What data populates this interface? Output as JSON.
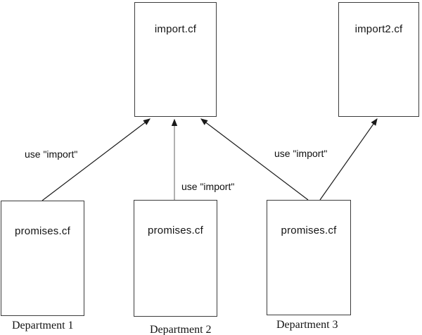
{
  "diagram": {
    "title_hint": "policy file import relationships",
    "colors": {
      "background": "#ffffff",
      "box_border": "#3c3c3c",
      "arrow": "#1a1a1a",
      "arrow_light": "#7d7d7d",
      "text": "#141414"
    },
    "nodes": [
      {
        "id": "import",
        "label": "import.cf"
      },
      {
        "id": "import2",
        "label": "import2.cf"
      },
      {
        "id": "promises1",
        "label": "promises.cf"
      },
      {
        "id": "promises2",
        "label": "promises.cf"
      },
      {
        "id": "promises3",
        "label": "promises.cf"
      }
    ],
    "edges": [
      {
        "from": "promises1",
        "to": "import",
        "label": "use \"import\""
      },
      {
        "from": "promises2",
        "to": "import",
        "label": "use \"import\""
      },
      {
        "from": "promises3",
        "to": "import",
        "label": ""
      },
      {
        "from": "promises3",
        "to": "import2",
        "label": "use \"import\""
      }
    ],
    "captions": [
      {
        "id": "dept1",
        "label": "Department 1"
      },
      {
        "id": "dept2",
        "label": "Department 2"
      },
      {
        "id": "dept3",
        "label": "Department 3"
      }
    ]
  }
}
